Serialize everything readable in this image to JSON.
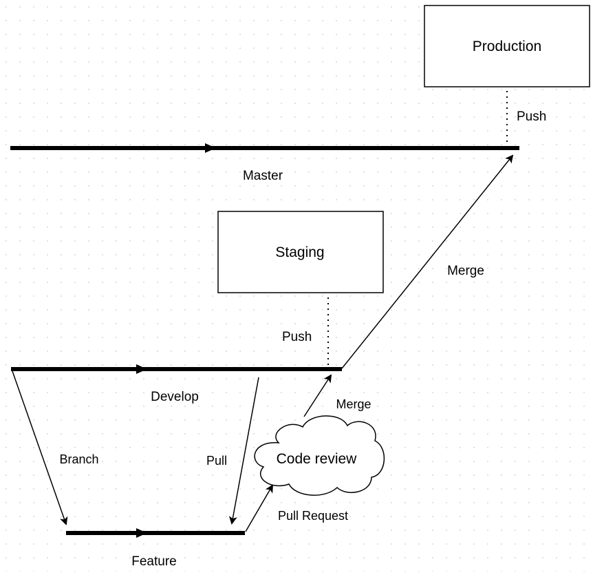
{
  "diagram": {
    "nodes": {
      "production": "Production",
      "staging": "Staging",
      "code_review": "Code review"
    },
    "branches": {
      "master": "Master",
      "develop": "Develop",
      "feature": "Feature"
    },
    "edges": {
      "push_production": "Push",
      "push_staging": "Push",
      "merge_to_master": "Merge",
      "merge_to_develop": "Merge",
      "branch": "Branch",
      "pull": "Pull",
      "pull_request": "Pull Request"
    }
  }
}
